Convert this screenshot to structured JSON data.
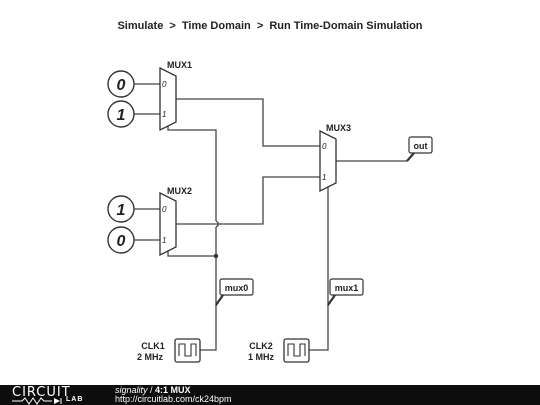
{
  "header": {
    "menu_path": [
      "Simulate",
      "Time Domain",
      "Run Time-Domain Simulation"
    ],
    "separator": ">"
  },
  "circuit": {
    "muxes": [
      {
        "name": "MUX1",
        "input0_label": "0",
        "input1_label": "1"
      },
      {
        "name": "MUX2",
        "input0_label": "0",
        "input1_label": "1"
      },
      {
        "name": "MUX3",
        "input0_label": "0",
        "input1_label": "1"
      }
    ],
    "constants": [
      {
        "id": "const-mux1-in0",
        "value": "0"
      },
      {
        "id": "const-mux1-in1",
        "value": "1"
      },
      {
        "id": "const-mux2-in0",
        "value": "1"
      },
      {
        "id": "const-mux2-in1",
        "value": "0"
      }
    ],
    "probes": [
      {
        "id": "probe-out",
        "label": "out"
      },
      {
        "id": "probe-mux0",
        "label": "mux0"
      },
      {
        "id": "probe-mux1",
        "label": "mux1"
      }
    ],
    "clocks": [
      {
        "id": "clk1",
        "name": "CLK1",
        "freq": "2 MHz"
      },
      {
        "id": "clk2",
        "name": "CLK2",
        "freq": "1 MHz"
      }
    ]
  },
  "footer": {
    "logo_top": "CIRCUIT",
    "logo_bottom": "LAB",
    "user": "signality",
    "user_sep": " / ",
    "title": "4:1 MUX",
    "url": "http://circuitlab.com/ck24bpm"
  },
  "colors": {
    "wire": "#444444",
    "component": "#333333",
    "footer_bg": "#0d0d0d"
  }
}
